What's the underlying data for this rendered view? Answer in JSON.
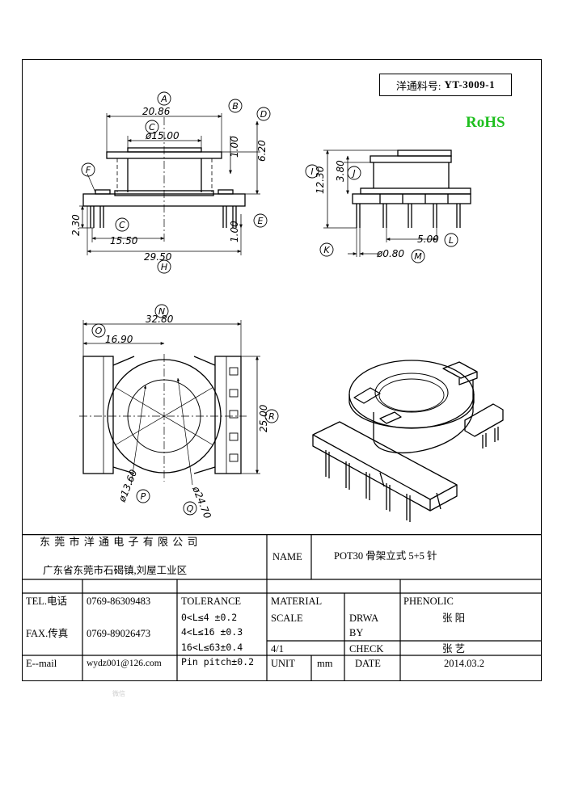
{
  "part_number": {
    "label": "洋通料号:",
    "value": "YT-3009-1"
  },
  "rohs": "RoHS",
  "front_view": {
    "dims": [
      "20.86",
      "ø15.00",
      "1.00",
      "6.20",
      "2.30",
      "15.50",
      "1.00",
      "29.50"
    ],
    "bubbles": [
      "A",
      "B",
      "C",
      "D",
      "F",
      "C",
      "E",
      "H"
    ]
  },
  "side_view": {
    "dims": [
      "12.30",
      "3.80",
      "5.00",
      "ø0.80"
    ],
    "bubbles": [
      "I",
      "J",
      "K",
      "L",
      "M"
    ]
  },
  "top_view": {
    "dims": [
      "32.80",
      "16.90",
      "25.00",
      "ø13.60",
      "ø24.70"
    ],
    "bubbles": [
      "N",
      "O",
      "R",
      "P",
      "Q"
    ]
  },
  "title_block": {
    "company": "东 莞 市 洋 通 电 子 有 限 公 司",
    "address": "广东省东莞市石碣镇,刘屋工业区",
    "name_label": "NAME",
    "name_value": "POT30 骨架立式 5+5 针",
    "tel_label": "TEL.电话",
    "tel_value": "0769-86309483",
    "tolerance_label": "TOLERANCE",
    "material_label": "MATERIAL",
    "material_value": "PHENOLIC",
    "fax_label": "FAX.传真",
    "fax_value": "0769-89026473",
    "tolerance_rows": [
      "0<L≤4  ±0.2",
      "4<L≤16 ±0.3",
      "16<L≤63±0.4",
      "Pin pitch±0.2"
    ],
    "scale_label": "SCALE",
    "scale_value": "4/1",
    "drawn_by_label_1": "DRWA",
    "drawn_by_label_2": "BY",
    "drawn_by_value": "张 阳",
    "check_label": "CHECK",
    "check_value": "张 艺",
    "email_label": "E--mail",
    "email_value": "wydz001@126.com",
    "unit_label": "UNIT",
    "unit_value": "mm",
    "date_label": "DATE",
    "date_value": "2014.03.2"
  },
  "watermark": "微信"
}
